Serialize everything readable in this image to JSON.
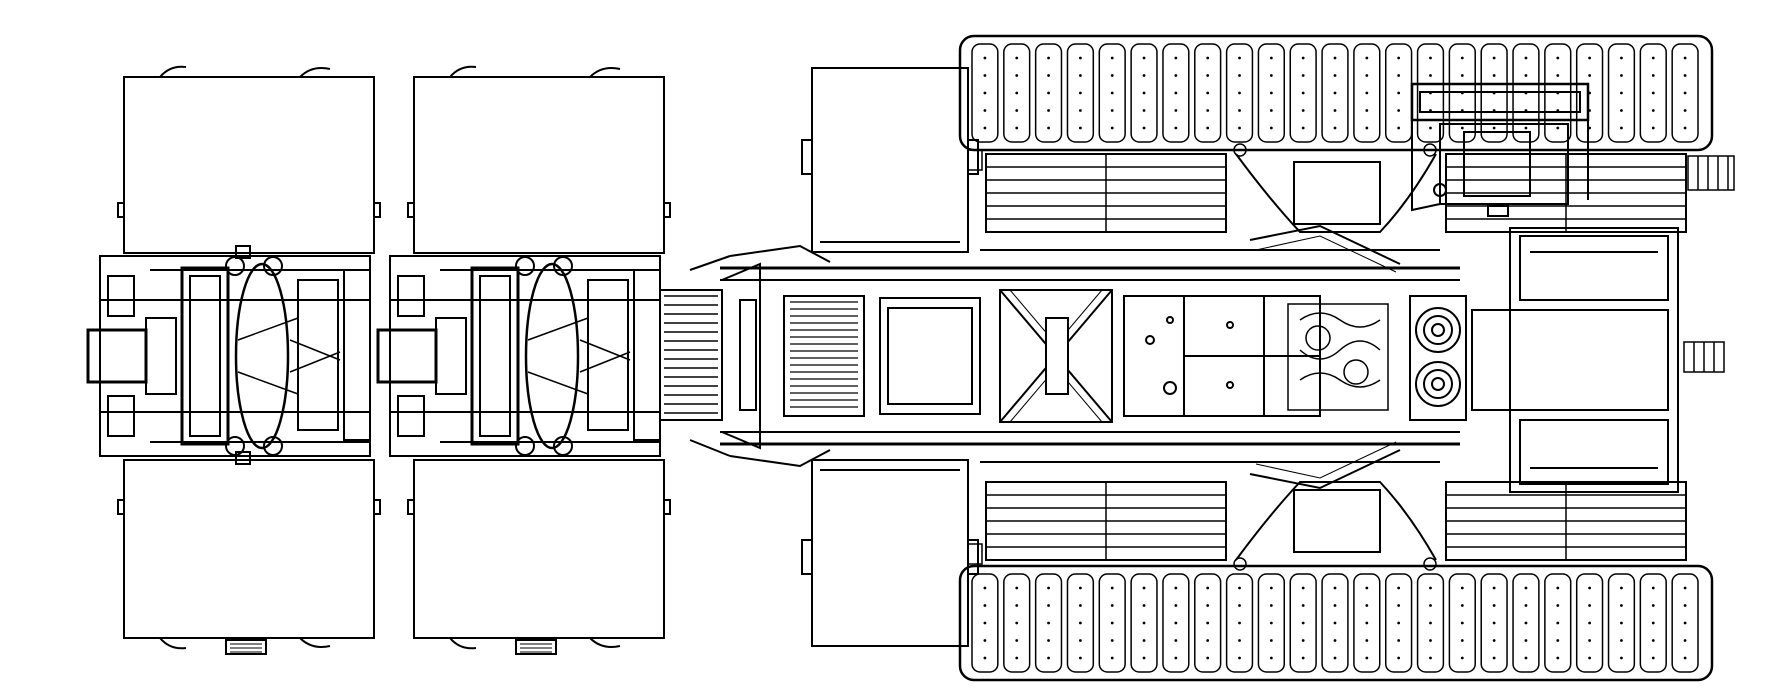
{
  "drawing": {
    "subject": "",
    "style": {
      "line_color": "#000000",
      "background": "#ffffff",
      "view": "top-down plan"
    },
    "components": {
      "dolly_axles": 2,
      "wheels_per_dolly": 4,
      "track_assemblies": 2,
      "upper_track_shoes": 23,
      "lower_track_shoes": 23
    }
  }
}
